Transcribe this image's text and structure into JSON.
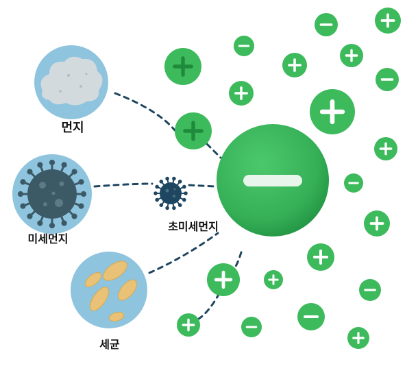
{
  "labels": {
    "dust": "먼지",
    "fine_dust": "미세먼지",
    "ultrafine_dust": "초미세먼지",
    "bacteria": "세균"
  },
  "colors": {
    "ion_green": "#3dba5c",
    "ion_green_dark": "#1f8a3c",
    "circle_blue": "#8fc4de",
    "dash_line": "#1e4660",
    "dust_cloud": "#d3dadd",
    "virus_body": "#3c5966",
    "bacteria_body": "#e9c277"
  },
  "icons": {
    "big_ion": "large-negative-ion-icon",
    "positive_ion": "positive-ion-icon",
    "negative_ion": "negative-ion-icon",
    "dust": "dust-cloud-icon",
    "fine_dust": "fine-dust-particle-icon",
    "ultrafine_dust": "ultrafine-dust-particle-icon",
    "bacteria": "bacteria-icon"
  }
}
